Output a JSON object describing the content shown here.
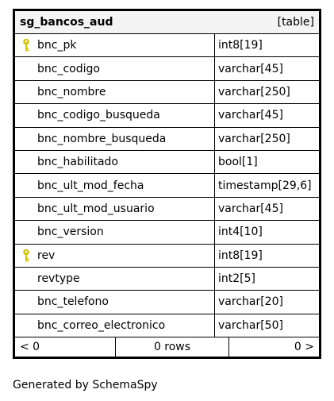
{
  "table": {
    "name": "sg_bancos_aud",
    "kind": "[table]",
    "columns": [
      {
        "name": "bnc_pk",
        "type": "int8[19]",
        "icon": "key-icon"
      },
      {
        "name": "bnc_codigo",
        "type": "varchar[45]",
        "icon": ""
      },
      {
        "name": "bnc_nombre",
        "type": "varchar[250]",
        "icon": ""
      },
      {
        "name": "bnc_codigo_busqueda",
        "type": "varchar[45]",
        "icon": ""
      },
      {
        "name": "bnc_nombre_busqueda",
        "type": "varchar[250]",
        "icon": ""
      },
      {
        "name": "bnc_habilitado",
        "type": "bool[1]",
        "icon": ""
      },
      {
        "name": "bnc_ult_mod_fecha",
        "type": "timestamp[29,6]",
        "icon": ""
      },
      {
        "name": "bnc_ult_mod_usuario",
        "type": "varchar[45]",
        "icon": ""
      },
      {
        "name": "bnc_version",
        "type": "int4[10]",
        "icon": ""
      },
      {
        "name": "rev",
        "type": "int8[19]",
        "icon": "key-icon"
      },
      {
        "name": "revtype",
        "type": "int2[5]",
        "icon": ""
      },
      {
        "name": "bnc_telefono",
        "type": "varchar[20]",
        "icon": ""
      },
      {
        "name": "bnc_correo_electronico",
        "type": "varchar[50]",
        "icon": ""
      }
    ],
    "footer": {
      "parents": "< 0",
      "rows": "0 rows",
      "children": "0 >"
    }
  },
  "key_icon_color": "#d4c400",
  "generated_by": "Generated by SchemaSpy"
}
